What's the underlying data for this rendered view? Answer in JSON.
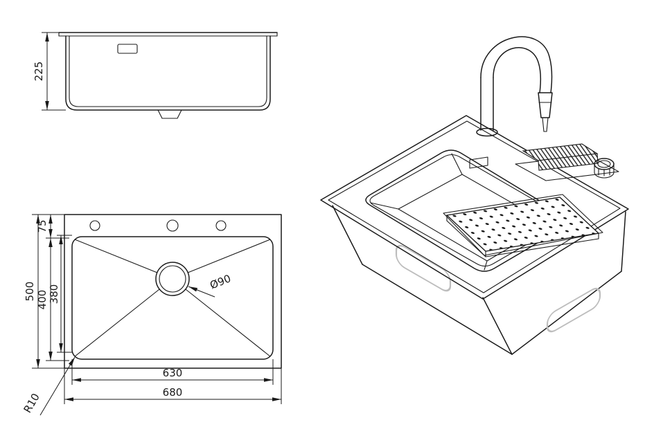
{
  "colors": {
    "line": "#1a1a1a",
    "panel_outline": "#bdbdbd",
    "background": "#ffffff"
  },
  "views": {
    "side": {
      "label_depth": "225"
    },
    "plan": {
      "label_deck": "75",
      "label_length_outer": "500",
      "label_length_bowl": "400",
      "label_length_inner": "380",
      "label_drain": "Ø90",
      "label_width_inner": "630",
      "label_width_outer": "680",
      "label_radius": "R10"
    }
  }
}
